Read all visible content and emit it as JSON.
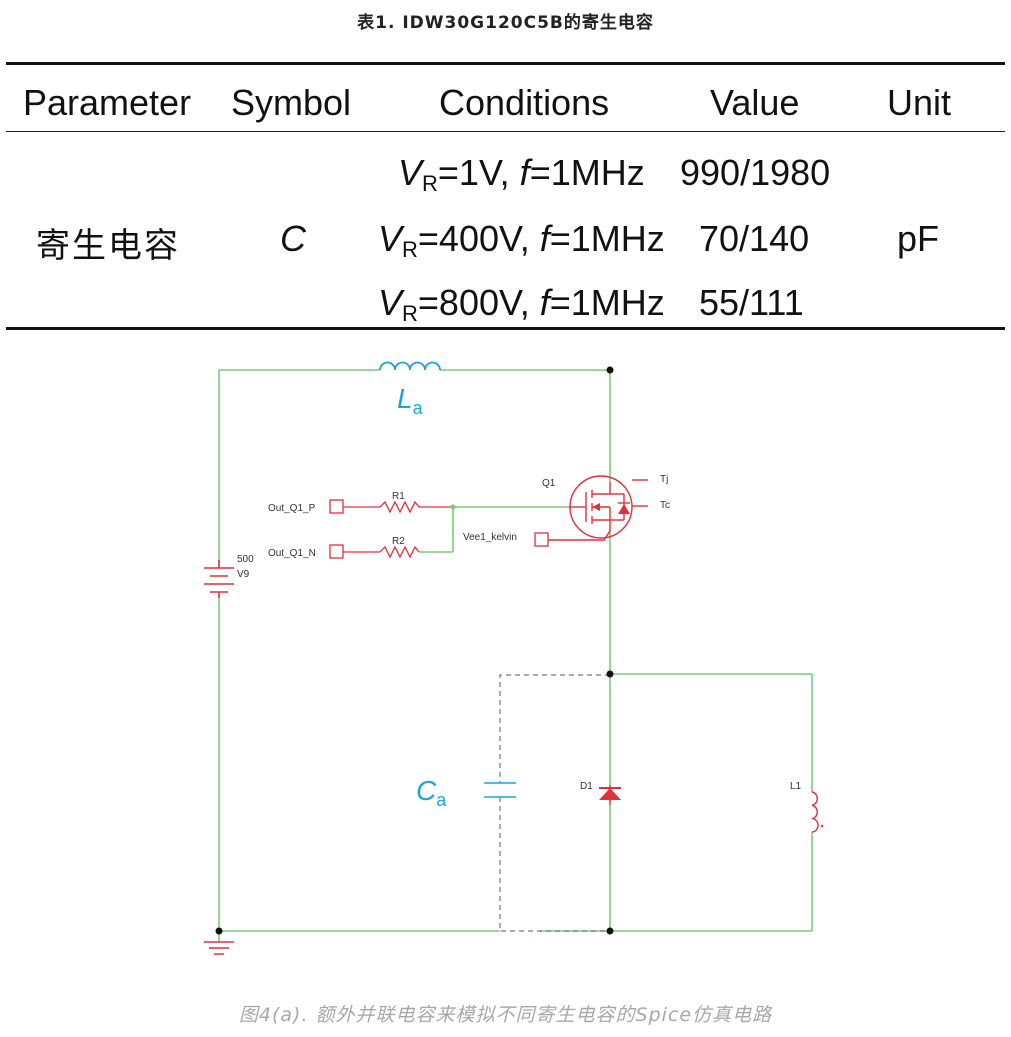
{
  "table": {
    "title": "表1. IDW30G120C5B的寄生电容",
    "headers": [
      "Parameter",
      "Symbol",
      "Conditions",
      "Value",
      "Unit"
    ],
    "parameter": "寄生电容",
    "symbol": "C",
    "unit": "pF",
    "rows": [
      {
        "v_sym": "V",
        "v_sub": "R",
        "v_eq": "=1V, ",
        "f_sym": "f",
        "f_eq": "=1MHz",
        "value": "990/1980"
      },
      {
        "v_sym": "V",
        "v_sub": "R",
        "v_eq": "=400V, ",
        "f_sym": "f",
        "f_eq": "=1MHz",
        "value": "70/140"
      },
      {
        "v_sym": "V",
        "v_sub": "R",
        "v_eq": "=800V, ",
        "f_sym": "f",
        "f_eq": "=1MHz",
        "value": "55/111"
      }
    ]
  },
  "circuit": {
    "labels": {
      "la_main": "L",
      "la_sub": "a",
      "ca_main": "C",
      "ca_sub": "a",
      "q1": "Q1",
      "tj": "Tj",
      "tc": "Tc",
      "r1": "R1",
      "r2": "R2",
      "out_p": "Out_Q1_P",
      "out_n": "Out_Q1_N",
      "vee": "Vee1_kelvin",
      "v9_value": "500",
      "v9_name": "V9",
      "d1": "D1",
      "l1": "L1"
    },
    "colors": {
      "wire": "#7dc97d",
      "component": "#e0303a",
      "highlight": "#1aa6dc",
      "dashed": "#777777"
    }
  },
  "caption": "图4(a). 额外并联电容来模拟不同寄生电容的Spice仿真电路"
}
